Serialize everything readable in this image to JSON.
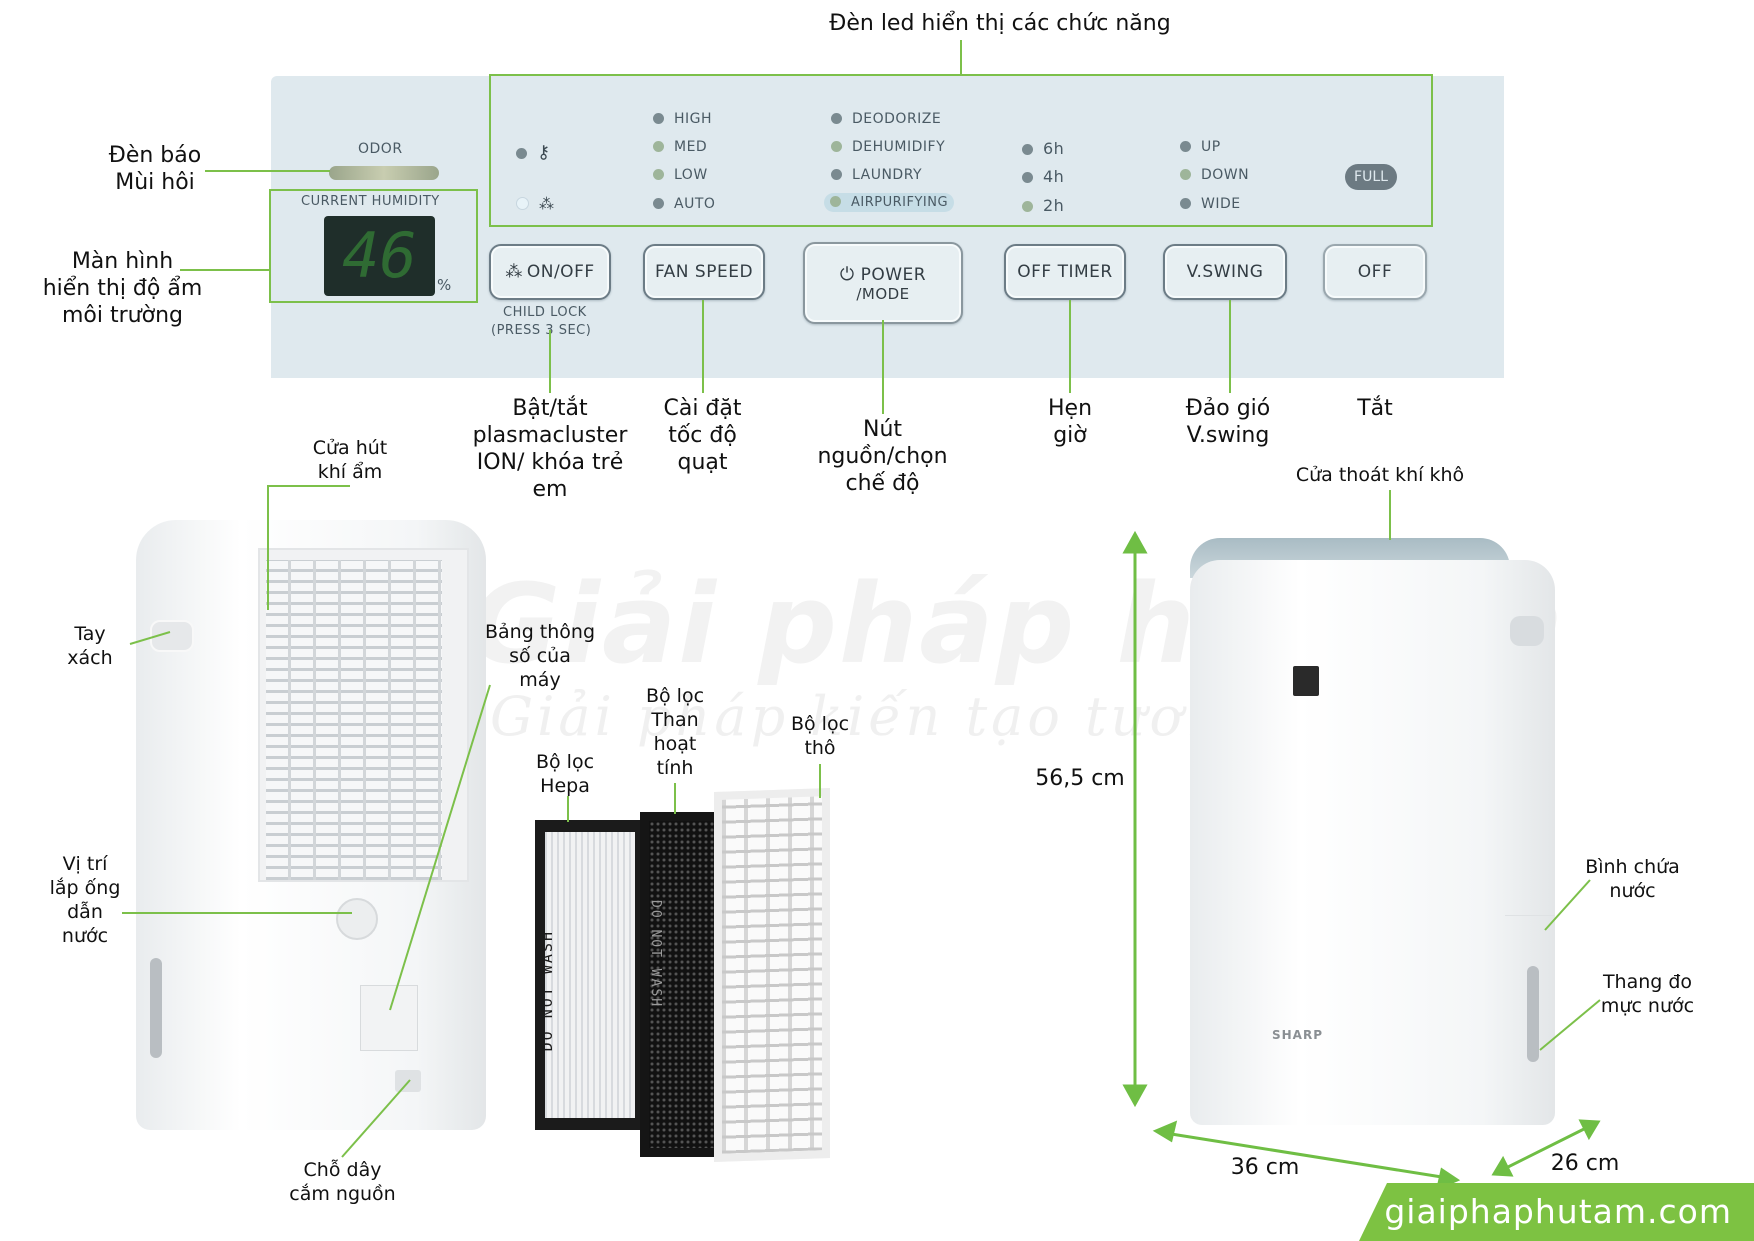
{
  "panel": {
    "top_label": "Đèn led hiển thị các chức năng",
    "odor_label": "ODOR",
    "current_humidity_label": "CURRENT HUMIDITY",
    "humidity_value": "46",
    "percent": "%",
    "fan_levels": [
      "HIGH",
      "MED",
      "LOW",
      "AUTO"
    ],
    "modes": [
      "DEODORIZE",
      "DEHUMIDIFY",
      "LAUNDRY",
      "AIRPURIFYING"
    ],
    "timers": [
      "6h",
      "4h",
      "2h"
    ],
    "swing": [
      "UP",
      "DOWN",
      "WIDE"
    ],
    "full": "FULL",
    "lock_icon": "key-icon",
    "plasma_icon": "plasmacluster-icon",
    "buttons": {
      "onoff": "ON/OFF",
      "child_lock": "CHILD LOCK",
      "press3": "(PRESS 3 SEC)",
      "fan_speed": "FAN SPEED",
      "power": "POWER",
      "mode": "/MODE",
      "off_timer": "OFF TIMER",
      "vswing": "V.SWING",
      "off": "OFF"
    }
  },
  "labels": {
    "odor_light": "Đèn báo\nMùi hôi",
    "humidity_screen": "Màn hình\nhiển thị độ ẩm\nmôi trường",
    "onoff": "Bật/tắt\nplasmacluster\nION/ khóa trẻ\nem",
    "fan": "Cài đặt\ntốc độ\nquạt",
    "power": "Nút\nnguồn/chọn\nchế độ",
    "timer": "Hẹn\ngiờ",
    "swing": "Đảo gió\nV.swing",
    "off": "Tắt",
    "intake": "Cửa hút\nkhí ẩm",
    "handle": "Tay\nxách",
    "spec_plate": "Bảng thông\nsố của\nmáy",
    "carbon": "Bộ lọc\nThan\nhoạt\ntính",
    "coarse": "Bộ lọc\nthô",
    "hepa": "Bộ lọc\nHepa",
    "drain": "Vị trí\nlắp ống\ndẫn\nnước",
    "power_cord": "Chỗ dây\ncắm nguồn",
    "outlet": "Cửa thoát khí khô",
    "height": "56,5 cm",
    "tank": "Bình chứa\nnước",
    "level": "Thang đo\nmực nước",
    "width": "36 cm",
    "depth": "26 cm"
  },
  "device": {
    "brand_text": "SHARP",
    "filter_text_hepa": "DO NOT WASH",
    "filter_text_carbon": "DO NOT WASH"
  },
  "watermark": {
    "line1": "Giải pháp hút ẩm",
    "line2": "Giải pháp kiến tạo tương lai"
  },
  "site": "giaiphaphutam.com",
  "colors": {
    "accent": "#7dc242",
    "panel": "#dfe9ee",
    "dimension": "#6fbe44"
  }
}
